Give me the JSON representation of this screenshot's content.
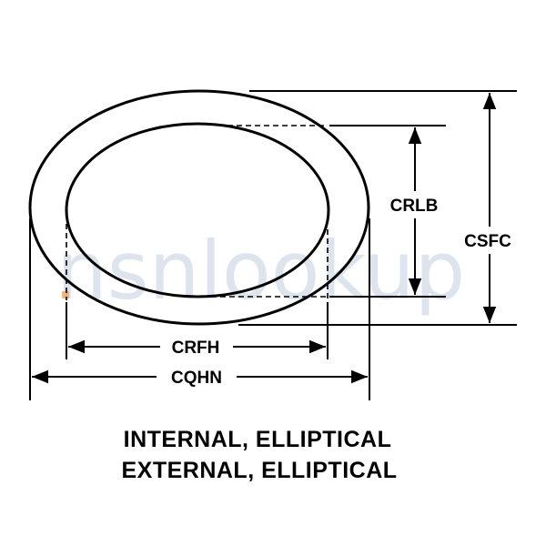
{
  "dimensions": {
    "inner_width_label": "CRFH",
    "outer_width_label": "CQHN",
    "inner_height_label": "CRLB",
    "outer_height_label": "CSFC"
  },
  "caption": {
    "line1": "INTERNAL, ELLIPTICAL",
    "line2": "EXTERNAL, ELLIPTICAL"
  },
  "watermark": {
    "text": "nsnlookup"
  }
}
